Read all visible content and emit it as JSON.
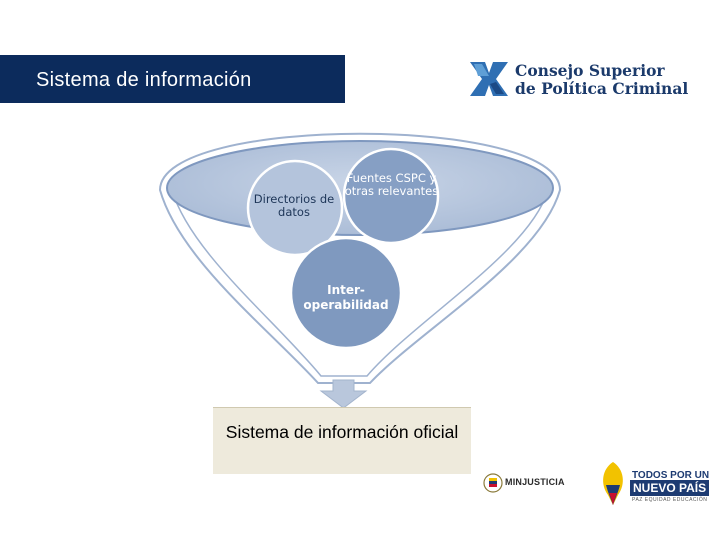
{
  "slide": {
    "title": "Sistema de información"
  },
  "logo_cspc": {
    "line1": "Consejo Superior",
    "line2": "de Política Criminal"
  },
  "diagram": {
    "node_directorios": "Directorios de datos",
    "node_fuentes": "Fuentes CSPC y otras relevantes",
    "node_interoperabilidad": "Inter-operabilidad",
    "output": "Sistema de información oficial"
  },
  "logos_footer": {
    "minjusticia": "MINJUSTICIA",
    "pais_line1": "TODOS POR UN",
    "pais_line2": "NUEVO PAÍS",
    "pais_line3": "PAZ  EQUIDAD  EDUCACIÓN"
  },
  "colors": {
    "title_bar": "#0c2b5c",
    "node_light": "#b9c7dc",
    "node_mid": "#8aa3c7",
    "node_dark": "#7f99bf",
    "output_box": "#eeeadc"
  }
}
